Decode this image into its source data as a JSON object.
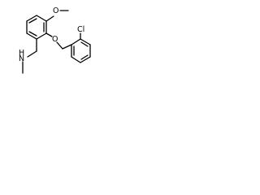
{
  "structure": {
    "atom_labels": {
      "oxygen_top": "O",
      "oxygen_ether": "O",
      "chlorine": "Cl",
      "nitrogen": "N",
      "hydrogen": "H"
    }
  },
  "colors": {
    "bond": "#000000",
    "label": "#000000",
    "background": "#ffffff"
  }
}
